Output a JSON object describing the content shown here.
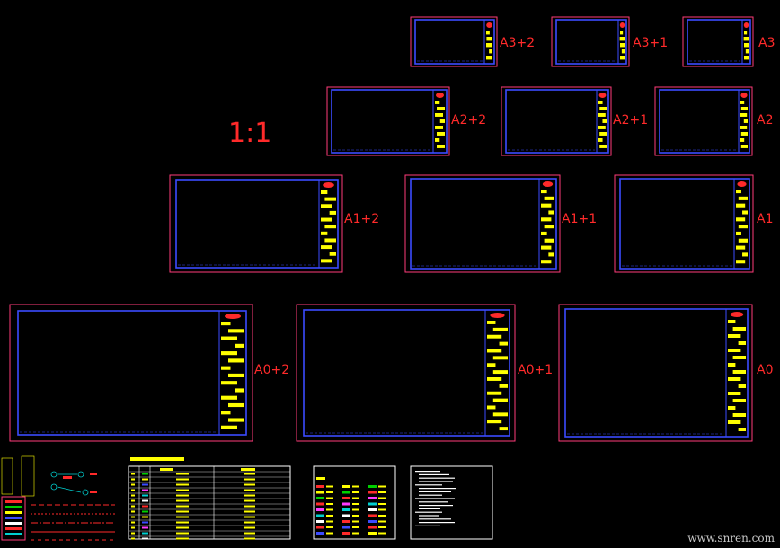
{
  "drawing": {
    "scale_label": "1:1",
    "watermark": "www.snren.com",
    "colors": {
      "background": "#000000",
      "outer_frame": "#ff3b7a",
      "inner_frame": "#3b4bff",
      "title_block": "#ffff00",
      "label": "#ff2a2a",
      "table_line": "#ffffff"
    }
  },
  "sheets": [
    {
      "id": "a3-2",
      "label": "A3+2"
    },
    {
      "id": "a3-1",
      "label": "A3+1"
    },
    {
      "id": "a3",
      "label": "A3"
    },
    {
      "id": "a2-2",
      "label": "A2+2"
    },
    {
      "id": "a2-1",
      "label": "A2+1"
    },
    {
      "id": "a2",
      "label": "A2"
    },
    {
      "id": "a1-2",
      "label": "A1+2"
    },
    {
      "id": "a1-1",
      "label": "A1+1"
    },
    {
      "id": "a1",
      "label": "A1"
    },
    {
      "id": "a0-2",
      "label": "A0+2"
    },
    {
      "id": "a0-1",
      "label": "A0+1"
    },
    {
      "id": "a0",
      "label": "A0"
    }
  ]
}
